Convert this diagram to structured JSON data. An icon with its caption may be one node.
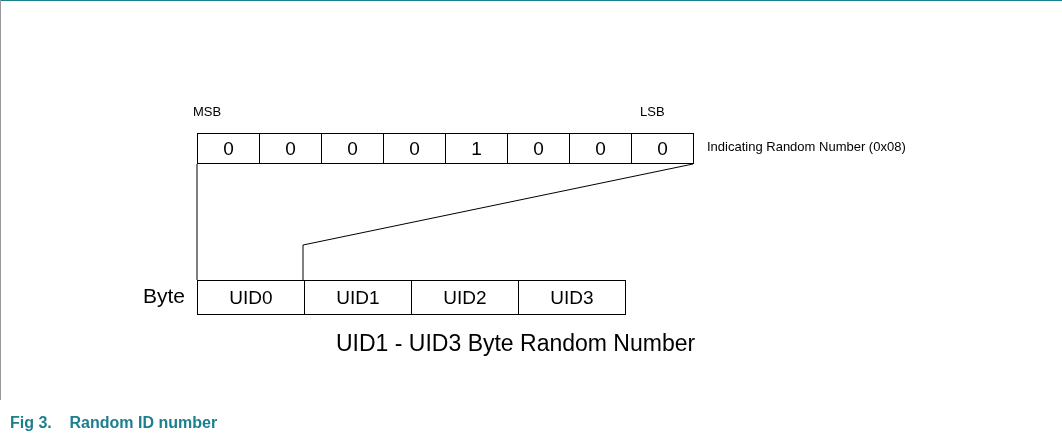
{
  "diagram": {
    "caption": "Fig 3.    Random ID number",
    "nodes": [
      {
        "text": [
          "0"
        ],
        "beside": [
          "MSB"
        ]
      },
      {
        "text": [
          "0"
        ]
      },
      {
        "text": [
          "0"
        ]
      },
      {
        "text": [
          "0"
        ]
      },
      {
        "text": [
          "1"
        ]
      },
      {
        "text": [
          "0"
        ]
      },
      {
        "text": [
          "0"
        ]
      },
      {
        "text": [
          "0"
        ],
        "beside": [
          "LSB"
        ]
      },
      {
        "text": [
          "UID0"
        ]
      },
      {
        "text": [
          "UID1"
        ]
      },
      {
        "text": [
          "UID2"
        ]
      },
      {
        "text": [
          "UID3"
        ]
      }
    ],
    "edges": [
      {
        "from": 0,
        "to": 8,
        "arrow": "none"
      },
      {
        "from": 7,
        "to": 8,
        "arrow": "none"
      }
    ],
    "labels": [
      "Indicating Random Number (0x08)",
      "Byte",
      "UID1 - UID3 Byte Random Number"
    ]
  }
}
